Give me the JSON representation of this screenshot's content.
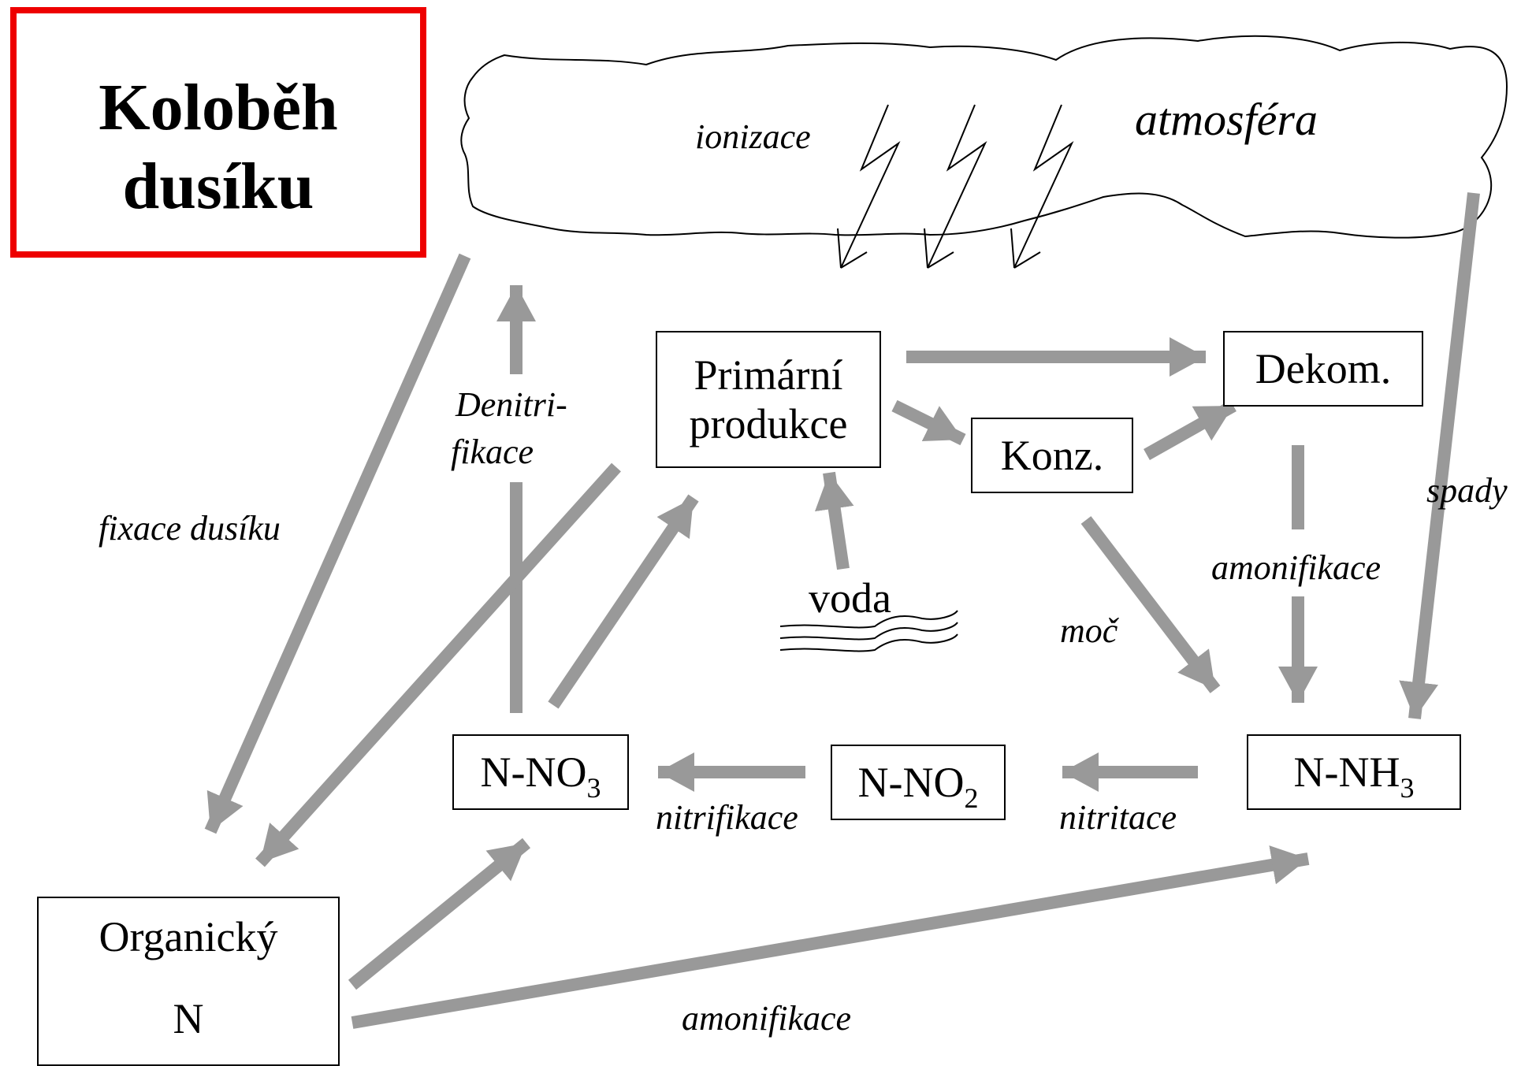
{
  "title": {
    "line1": "Koloběh",
    "line2": "dusíku"
  },
  "nodes": {
    "primary": {
      "line1": "Primární",
      "line2": "produkce"
    },
    "decomposers": "Dekom.",
    "consumers": "Konz.",
    "nitrate": {
      "prefix": "N-NO",
      "sub": "3"
    },
    "nitrite": {
      "prefix": "N-NO",
      "sub": "2"
    },
    "ammonia": {
      "prefix": "N-NH",
      "sub": "3"
    },
    "organic": {
      "line1": "Organický",
      "line2": "N"
    }
  },
  "labels": {
    "atmosphere": "atmosféra",
    "ionization": "ionizace",
    "fixation": "fixace dusíku",
    "denitrification_1": "Denitri-",
    "denitrification_2": "fikace",
    "deposition": "spady",
    "ammonification_top": "amonifikace",
    "urine": "moč",
    "water": "voda",
    "nitrification": "nitrifikace",
    "nitritation": "nitritace",
    "ammonification_bottom": "amonifikace"
  },
  "colors": {
    "arrow": "#999999",
    "title_border": "#ee0000",
    "outline": "#000000"
  },
  "icons": [
    "cloud-icon",
    "lightning-icon",
    "water-waves-icon"
  ]
}
